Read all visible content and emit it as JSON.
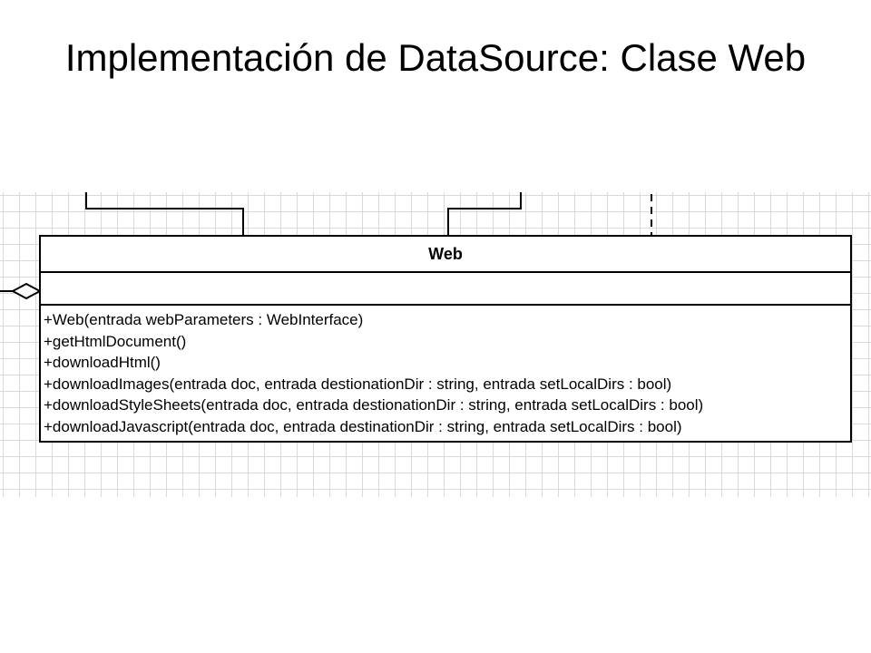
{
  "slide": {
    "title": "Implementación de DataSource: Clase Web"
  },
  "class_box": {
    "name": "Web",
    "attributes": [],
    "operations": [
      "+Web(entrada webParameters : WebInterface)",
      "+getHtmlDocument()",
      "+downloadHtml()",
      "+downloadImages(entrada doc, entrada destionationDir : string, entrada setLocalDirs : bool)",
      "+downloadStyleSheets(entrada doc, entrada destionationDir : string, entrada setLocalDirs : bool)",
      "+downloadJavascript(entrada doc, entrada destinationDir : string, entrada setLocalDirs : bool)"
    ]
  },
  "relationships": [
    {
      "kind": "association",
      "end": "top"
    },
    {
      "kind": "association",
      "end": "top"
    },
    {
      "kind": "dependency",
      "end": "top"
    },
    {
      "kind": "aggregation",
      "end": "left"
    }
  ]
}
